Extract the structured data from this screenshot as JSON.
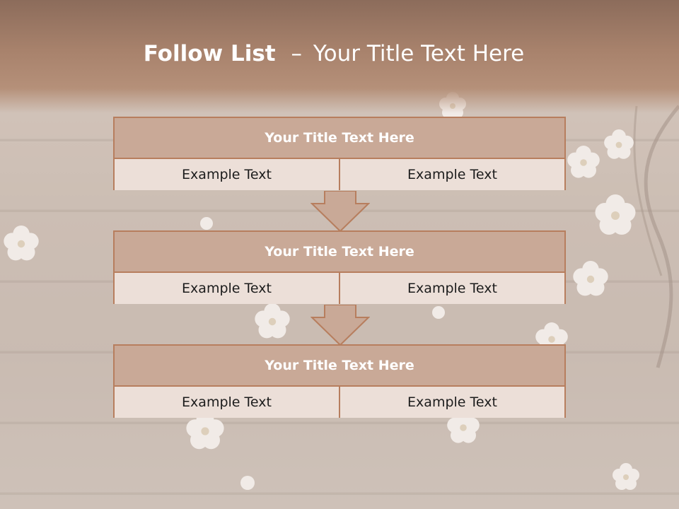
{
  "slide": {
    "title_bold": "Follow List",
    "title_separator": "–",
    "title_rest": "Your Title Text Here"
  },
  "steps": [
    {
      "title": "Your Title Text Here",
      "left_text": "Example Text",
      "right_text": "Example Text"
    },
    {
      "title": "Your Title Text Here",
      "left_text": "Example Text",
      "right_text": "Example Text"
    },
    {
      "title": "Your Title Text Here",
      "left_text": "Example Text",
      "right_text": "Example Text"
    }
  ],
  "colors": {
    "header_band": "#a8826c",
    "box_title_fill": "#c9a997",
    "box_body_fill": "#ecdfd8",
    "box_border": "#b77e5e",
    "arrow_fill": "#c9a997"
  },
  "icons": [
    "cherry-blossom-flower-icon",
    "down-arrow-icon"
  ]
}
